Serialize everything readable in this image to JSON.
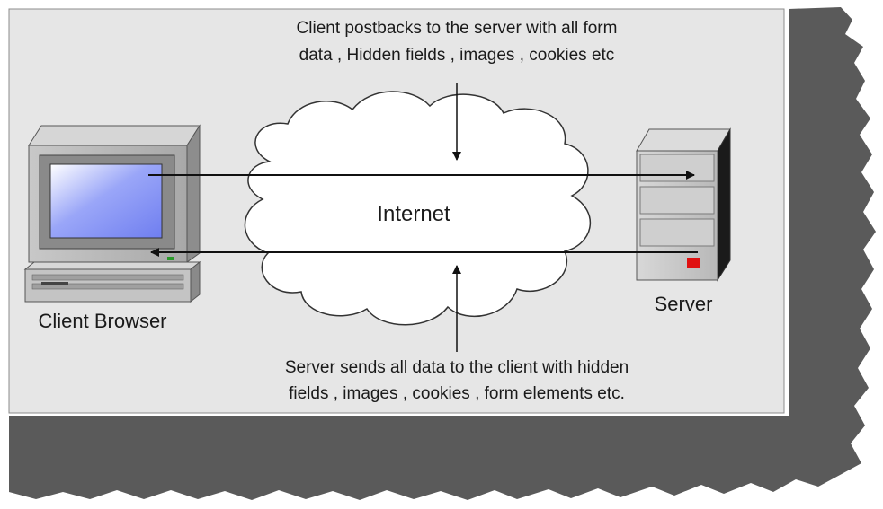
{
  "top_caption": {
    "line1": "Client postbacks to the server with all form",
    "line2": "data , Hidden fields , images , cookies etc"
  },
  "cloud_label": "Internet",
  "client_label": "Client Browser",
  "server_label": "Server",
  "bottom_caption": {
    "line1": "Server sends all data to the client with hidden",
    "line2": "fields , images , cookies , form elements etc."
  },
  "colors": {
    "panel": "#e6e6e6",
    "shadow": "#5a5a5a",
    "screen": "#8b97f4",
    "server_led": "#e01010",
    "cloud": "#ffffff",
    "line": "#111111"
  },
  "icons": [
    "client-computer-icon",
    "server-tower-icon",
    "internet-cloud-icon"
  ]
}
